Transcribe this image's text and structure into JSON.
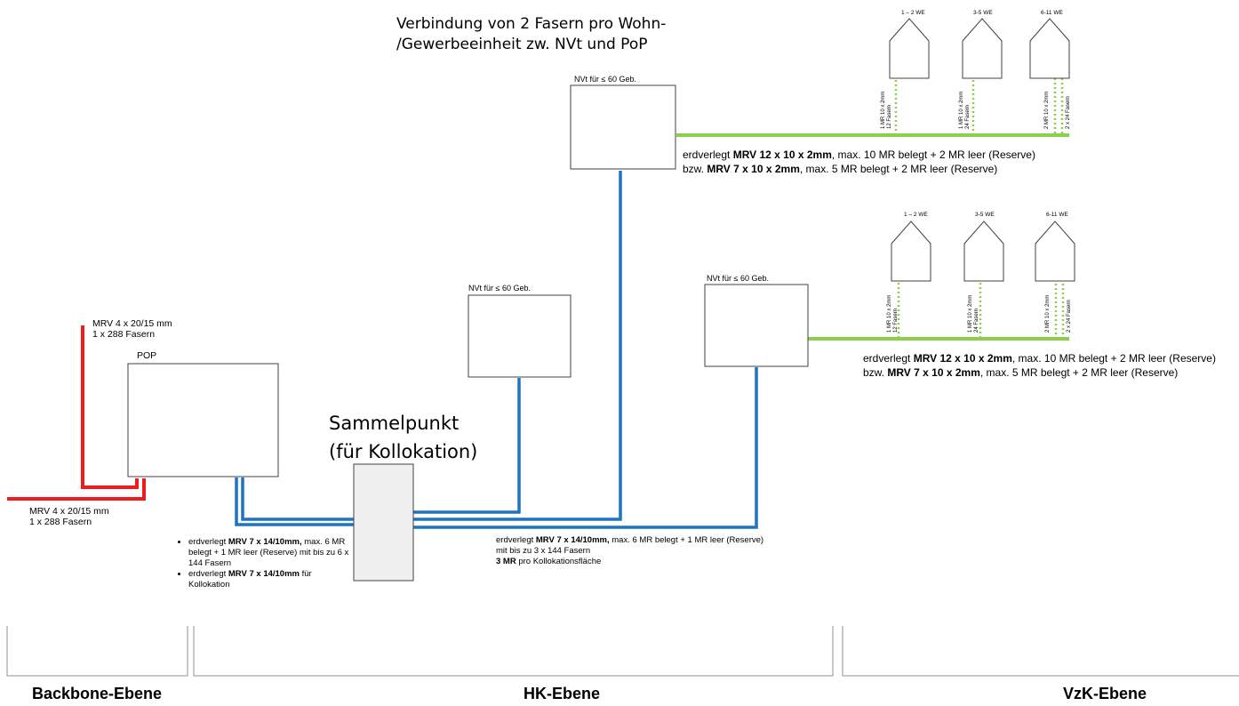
{
  "header": {
    "title_line1": "Verbindung von 2 Fasern pro Wohn-",
    "title_line2": "/Gewerbeeinheit zw. NVt und PoP"
  },
  "backbone": {
    "top_line1": "MRV 4 x 20/15 mm",
    "top_line2": "1 x 288 Fasern",
    "bottom_line1": "MRV 4 x 20/15 mm",
    "bottom_line2": "1 x 288 Fasern",
    "pop_label": "POP"
  },
  "sammelpunkt": {
    "line1": "Sammelpunkt",
    "line2": "(für Kollokation)"
  },
  "nvt": {
    "top": "NVt für ≤ 60 Geb.",
    "middle": "NVt für ≤ 60 Geb.",
    "right": "NVt für ≤ 60 Geb."
  },
  "pop_notes": {
    "b1_pre": "erdverlegt ",
    "b1_bold": "MRV 7 x 14/10mm,",
    "b1_post": " max. 6 MR belegt + 1 MR leer (Reserve) mit bis zu 6 x 144 Fasern",
    "b2_pre": "erdverlegt ",
    "b2_bold": "MRV 7 x 14/10mm",
    "b2_post": " für Kollokation"
  },
  "hk_notes": {
    "l1_pre": "erdverlegt ",
    "l1_bold": "MRV 7 x 14/10mm,",
    "l1_post": " max. 6 MR belegt + 1 MR leer (Reserve)",
    "l2": "mit bis zu 3 x 144 Fasern",
    "l3_bold": "3 MR",
    "l3_post": " pro Kollokationsfläche"
  },
  "vzk_notes": {
    "l1_pre": "erdverlegt ",
    "l1_bold": "MRV 12 x 10 x 2mm",
    "l1_post": ", max. 10 MR belegt +  2 MR leer (Reserve)",
    "l2_pre": "bzw. ",
    "l2_bold": "MRV 7 x 10 x 2mm",
    "l2_post": ", max. 5 MR belegt + 2 MR leer (Reserve)"
  },
  "houses": {
    "h1": "1 – 2 WE",
    "h2": "3-5 WE",
    "h3": "6-11 WE",
    "h1_tube": "1 MR 10 x 2mm",
    "h1_fiber": "12 Fasern",
    "h2_tube": "1 MR 10 x 2mm",
    "h2_fiber": "24 Fasern",
    "h3_tube": "2 MR 10 x 2mm",
    "h3_fiber": "2 x 24 Fasern"
  },
  "levels": {
    "backbone": "Backbone-Ebene",
    "hk": "HK-Ebene",
    "vzk": "VzK-Ebene"
  },
  "colors": {
    "backbone_red": "#ee1c1c",
    "hk_blue": "#1f73bf",
    "vzk_green": "#8bcf4a",
    "drop_green_dotted": "#8bcf4a",
    "box_outline": "#404040",
    "sammelpunkt_fill": "#f0f0f0"
  }
}
